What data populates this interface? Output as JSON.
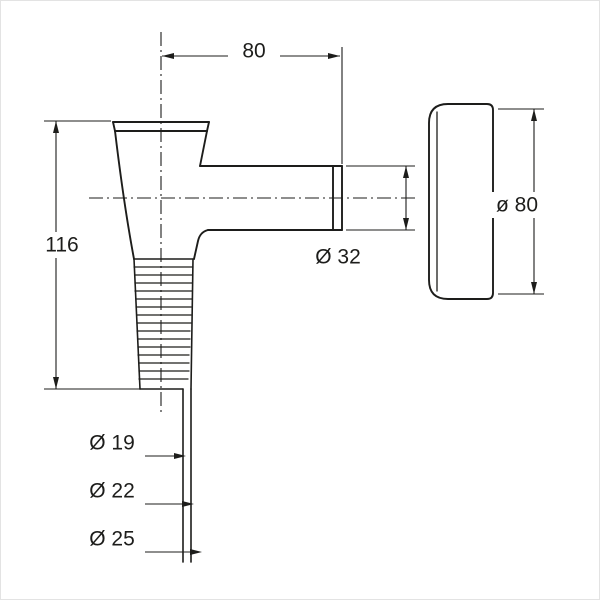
{
  "drawing": {
    "labels": {
      "top_width": "80",
      "body_height": "116",
      "pipe_diameter": "Ø 32",
      "rosette_diameter": "ø 80",
      "outlet_d1": "Ø 19",
      "outlet_d2": "Ø 22",
      "outlet_d3": "Ø 25"
    },
    "colors": {
      "line": "#1d1d1b",
      "background": "#ffffff"
    }
  }
}
